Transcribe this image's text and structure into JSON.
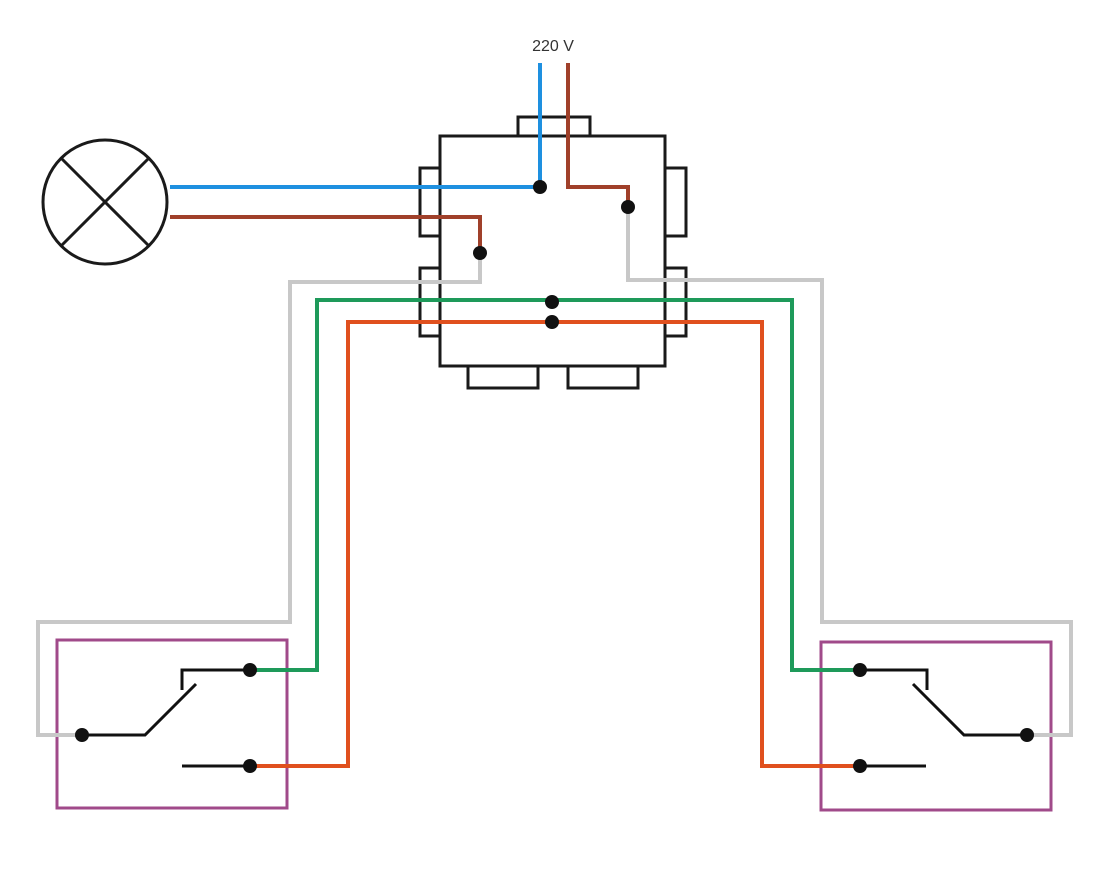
{
  "supply": {
    "label": "220 V"
  },
  "colors": {
    "neutral": "#1e90e0",
    "phase": "#a0402a",
    "switched": "#c8c8c8",
    "traveler_green": "#1e9a5a",
    "traveler_orange": "#e0501e",
    "switch_housing": "#a04a8a",
    "outline": "#1a1a1a",
    "terminal": "#111111"
  },
  "components": {
    "lamp": "lamp-symbol",
    "junction_box": "junction-box",
    "switch_left": "two-way-switch",
    "switch_right": "two-way-switch"
  }
}
